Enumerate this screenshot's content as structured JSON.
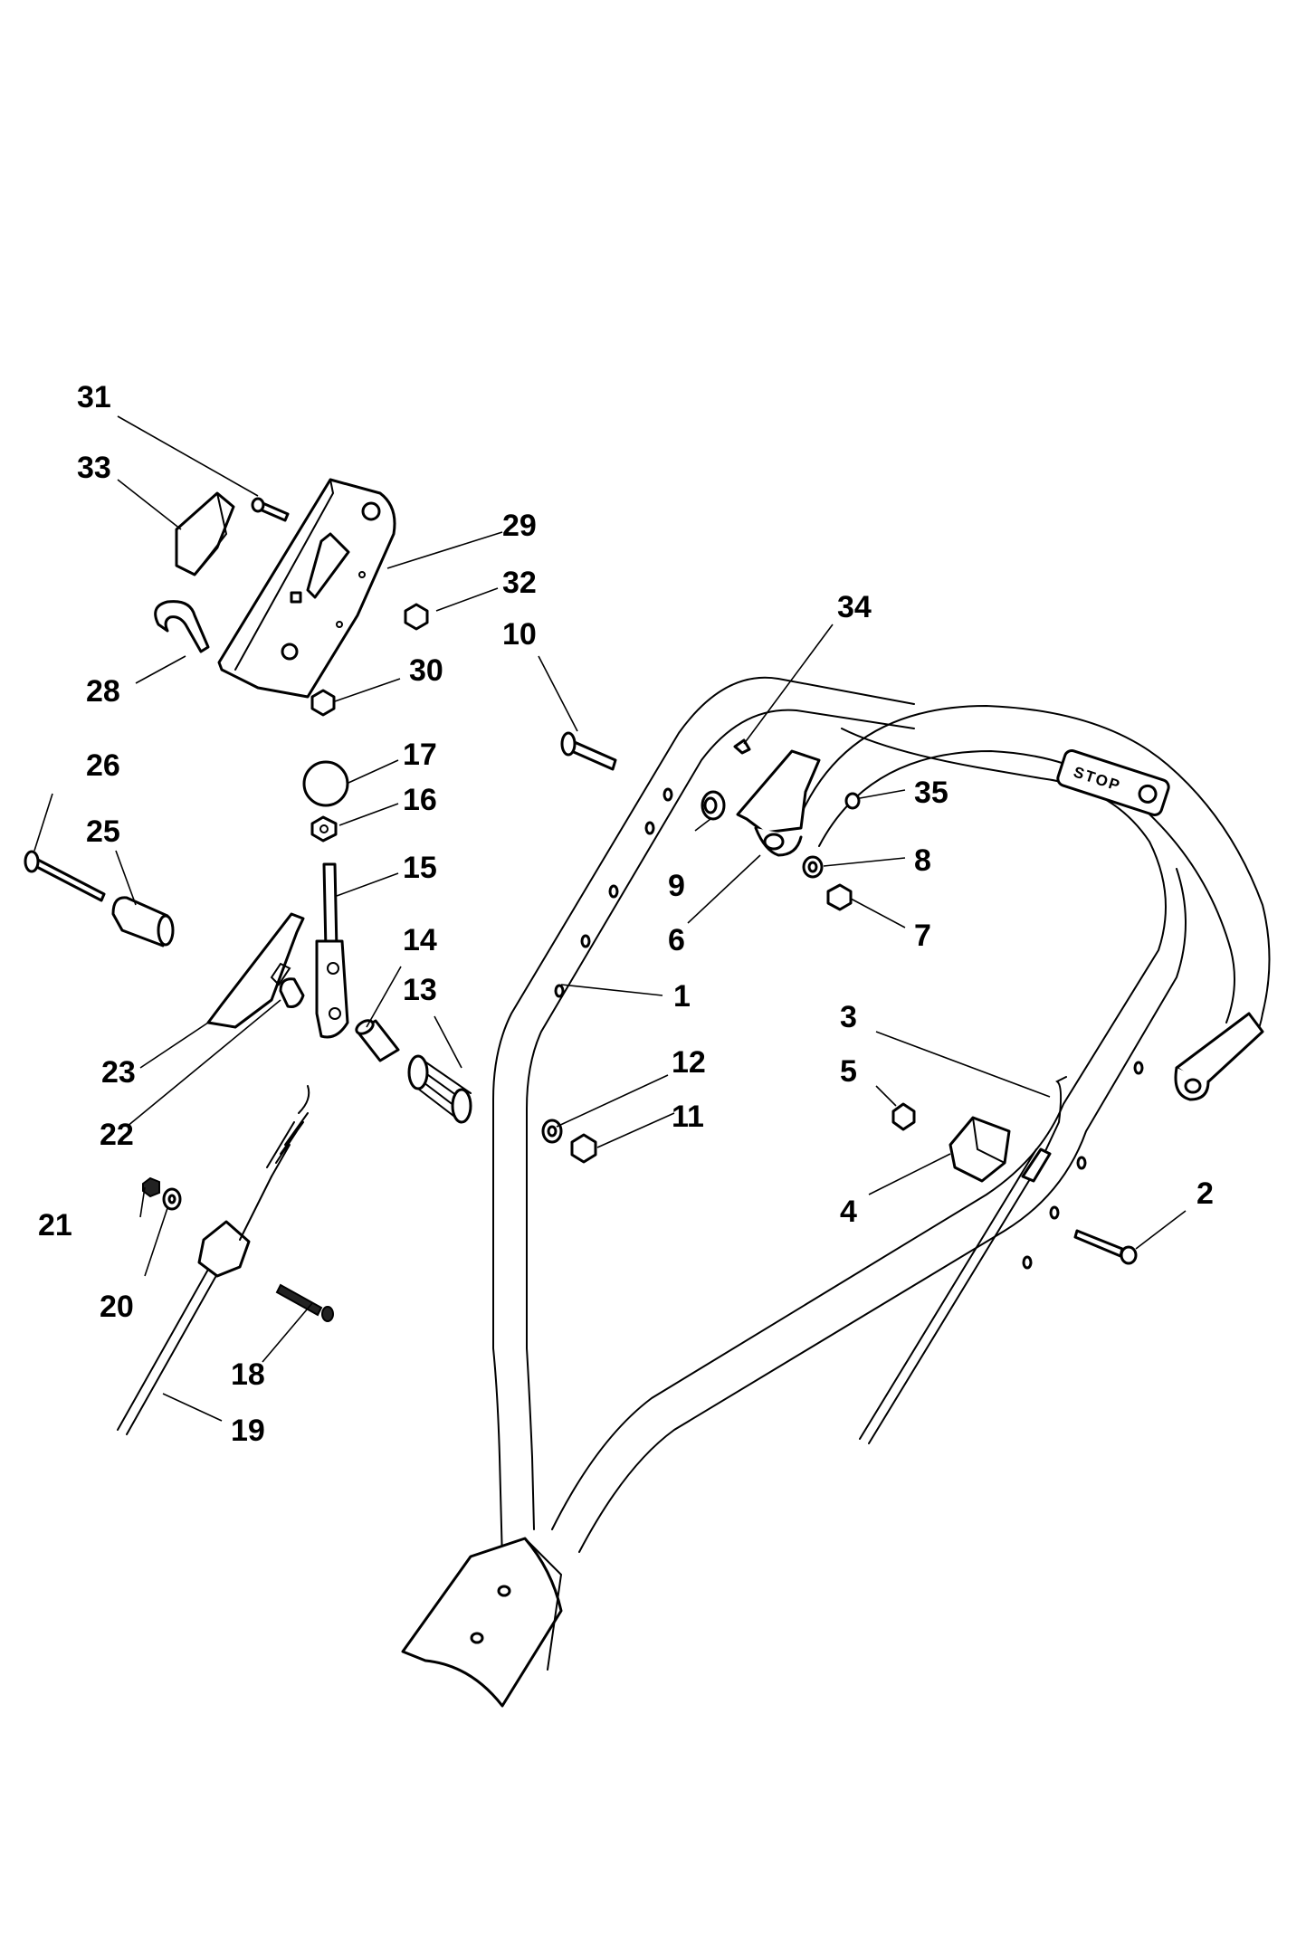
{
  "diagram": {
    "callouts": [
      "1",
      "2",
      "3",
      "4",
      "5",
      "6",
      "7",
      "8",
      "9",
      "10",
      "11",
      "12",
      "13",
      "14",
      "15",
      "16",
      "17",
      "18",
      "19",
      "20",
      "21",
      "22",
      "23",
      "25",
      "26",
      "28",
      "29",
      "30",
      "31",
      "32",
      "33",
      "34",
      "35"
    ],
    "handle_label": "STOP"
  }
}
